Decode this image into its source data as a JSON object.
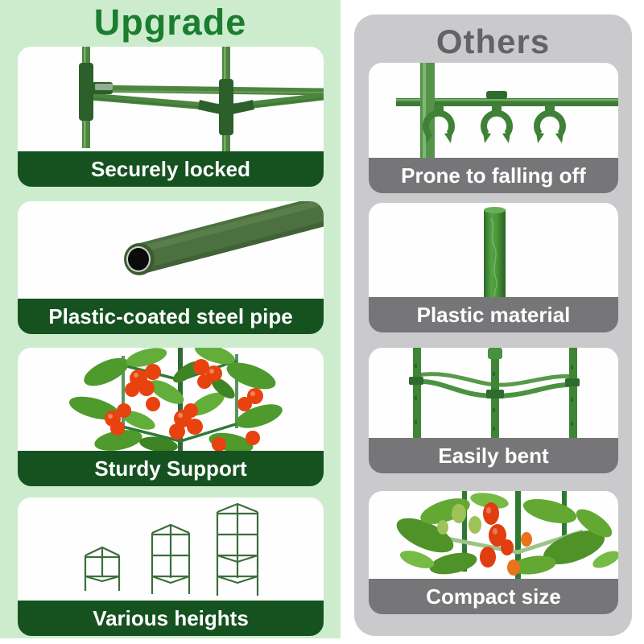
{
  "comparison": {
    "left": {
      "title": "Upgrade",
      "colors": {
        "background": "#cdeccd",
        "title_text": "#1a7d2f",
        "caption_bar": "#155220",
        "caption_text": "#ffffff"
      },
      "panels": [
        {
          "caption": "Securely locked",
          "image": "pipe-joint-connectors"
        },
        {
          "caption": "Plastic-coated steel pipe",
          "image": "pipe-cross-section"
        },
        {
          "caption": "Sturdy Support",
          "image": "tomato-plant-on-cage"
        },
        {
          "caption": "Various heights",
          "image": "three-cages-different-heights"
        }
      ]
    },
    "right": {
      "title": "Others",
      "colors": {
        "background": "#cacacc",
        "title_text": "#636365",
        "caption_bar": "#767678",
        "caption_text": "#ffffff"
      },
      "panels": [
        {
          "caption": "Prone to falling off",
          "image": "plastic-clips-on-rail"
        },
        {
          "caption": "Plastic material",
          "image": "plastic-tube"
        },
        {
          "caption": "Easily bent",
          "image": "bent-crossbars"
        },
        {
          "caption": "Compact size",
          "image": "compact-tomato-plant"
        }
      ]
    }
  }
}
